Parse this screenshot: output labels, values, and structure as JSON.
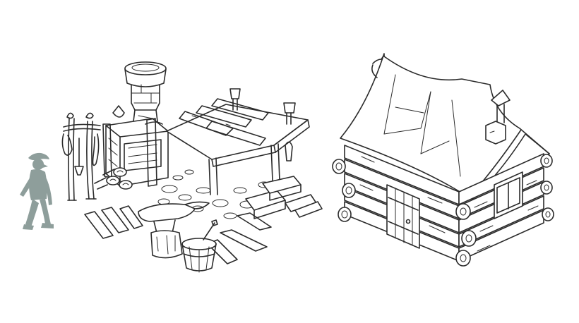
{
  "artwork": {
    "style": "line-art concept sketch",
    "background_color": "#ffffff",
    "line_color": "#2b2b2b",
    "silhouette_color": "#8e9e9b",
    "subjects": [
      "human-silhouette",
      "blacksmith-forge",
      "log-cabin"
    ]
  }
}
